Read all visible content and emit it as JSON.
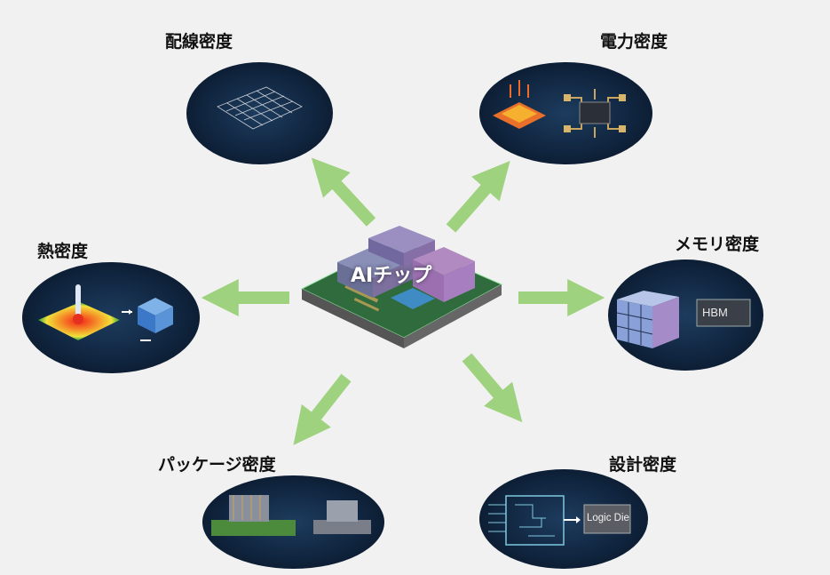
{
  "center": {
    "label": "AIチップ"
  },
  "nodes": {
    "wiring": {
      "label": "配線密度"
    },
    "power": {
      "label": "電力密度"
    },
    "thermal": {
      "label": "熱密度"
    },
    "memory": {
      "label": "メモリ密度",
      "chip_label": "HBM"
    },
    "package": {
      "label": "パッケージ密度"
    },
    "design": {
      "label": "設計密度",
      "chip_label": "Logic Die"
    }
  },
  "colors": {
    "arrow": "#9fd27e",
    "oval": "#10253f",
    "background": "#f1f1f1"
  }
}
